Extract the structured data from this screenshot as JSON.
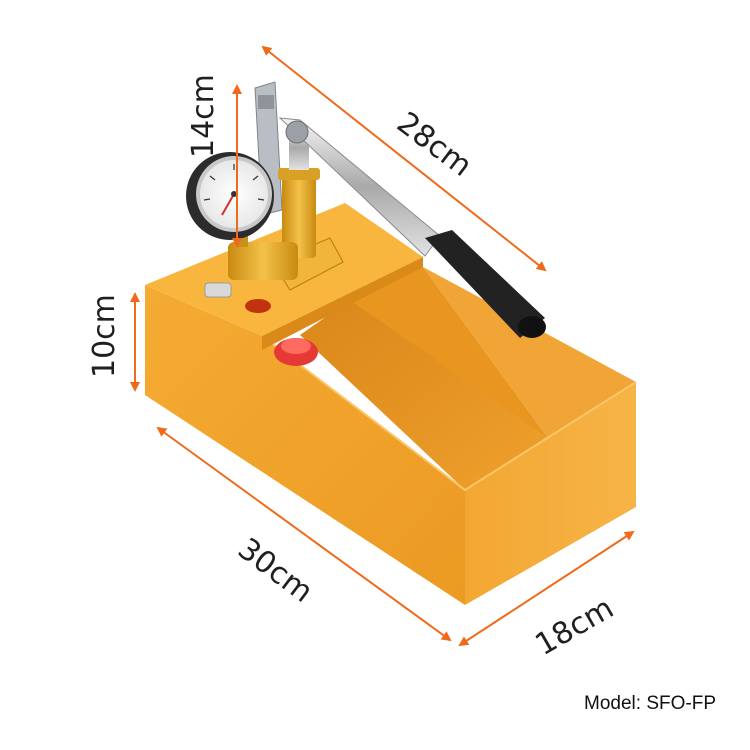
{
  "dimensions": {
    "length_top": "28cm",
    "height_pump": "14cm",
    "height_tank": "10cm",
    "length_tank": "30cm",
    "width_tank": "18cm"
  },
  "caption": {
    "model": "Model: SFO-FP"
  },
  "colors": {
    "tank": "#f2a52c",
    "arrow": "#f06a1a",
    "brass": "#e8a91c",
    "handle_grip": "#222222",
    "relief_valve": "#e53935"
  }
}
